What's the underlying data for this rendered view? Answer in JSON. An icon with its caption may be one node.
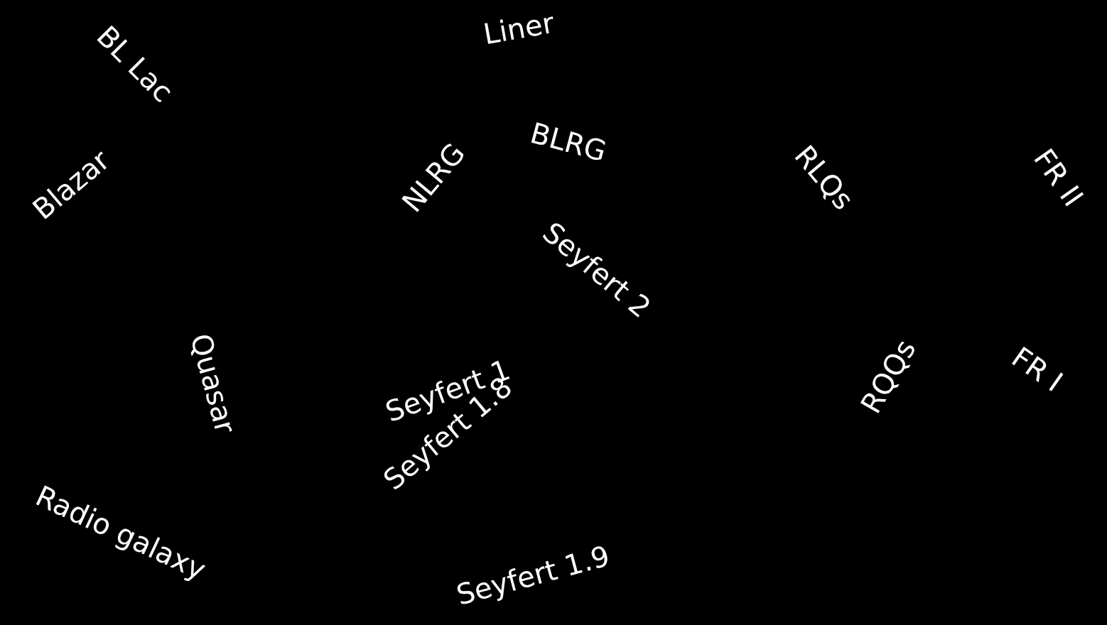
{
  "diagram": {
    "labels": [
      "BL Lac",
      "Liner",
      "Blazar",
      "NLRG",
      "BLRG",
      "RLQs",
      "FR II",
      "Seyfert 2",
      "Quasar",
      "Seyfert 1",
      "RQQs",
      "FR I",
      "Seyfert 1.8",
      "Radio galaxy",
      "Seyfert 1.9"
    ]
  }
}
